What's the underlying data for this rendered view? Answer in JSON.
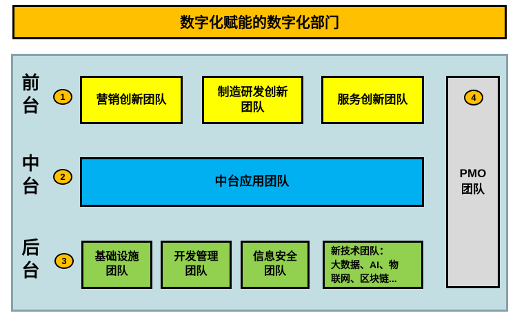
{
  "banner": {
    "title": "数字化赋能的数字化部门"
  },
  "colors": {
    "banner": "#FFC000",
    "badge": "#FFC000",
    "frontstage_box": "#FFFF00",
    "midstage_box": "#00B0F0",
    "backstage_box": "#92D050",
    "pmo_box": "#D9D9D9",
    "canvas_background": "#C2DEE2",
    "canvas_border": "#87A1A9"
  },
  "layers": {
    "front": {
      "label": "前台",
      "badge": "1",
      "teams": {
        "marketing": "营销创新团队",
        "manufacturing_rd": "制造研发创新\n团队",
        "service": "服务创新团队"
      }
    },
    "middle": {
      "label": "中台",
      "badge": "2",
      "teams": {
        "platform": "中台应用团队"
      }
    },
    "back": {
      "label": "后台",
      "badge": "3",
      "teams": {
        "infrastructure": "基础设施\n团队",
        "dev_management": "开发管理\n团队",
        "info_security": "信息安全\n团队",
        "new_tech": "新技术团队：\n大数据、AI、物\n联网、区块链..."
      }
    }
  },
  "pmo": {
    "badge": "4",
    "label": "PMO\n团队"
  }
}
